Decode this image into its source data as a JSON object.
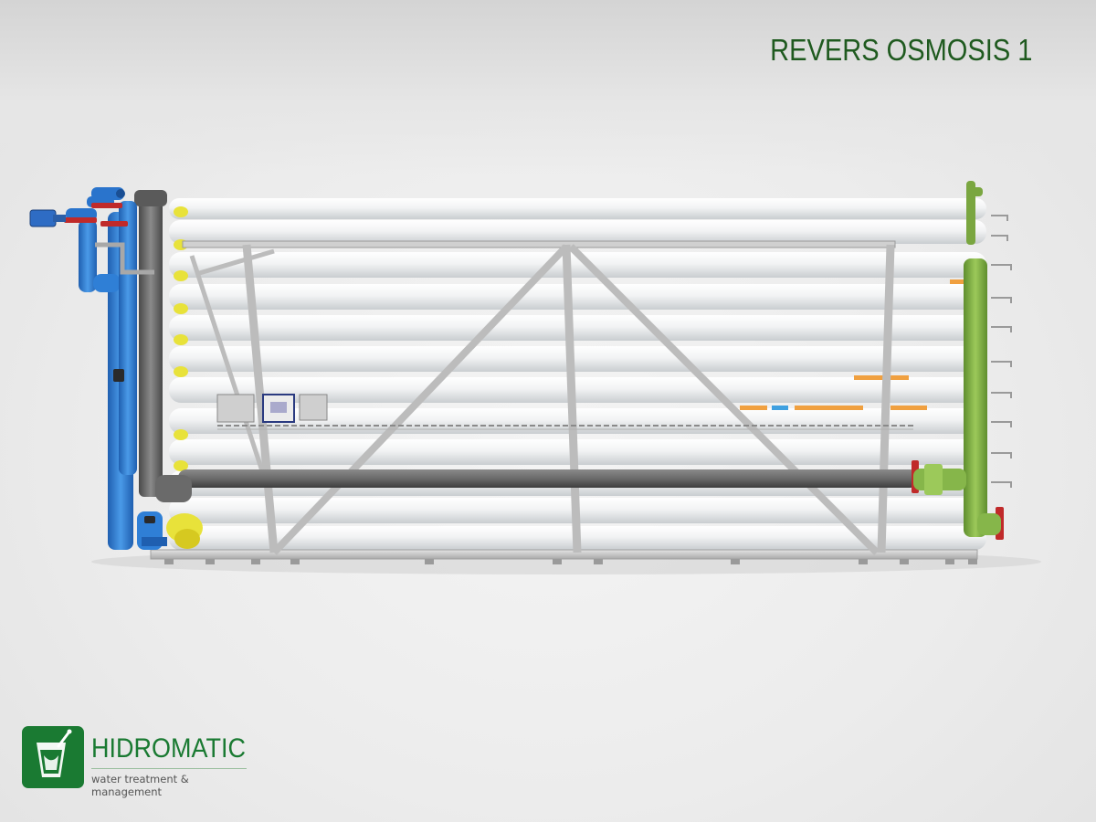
{
  "page": {
    "title": "REVERS OSMOSIS 1"
  },
  "brand": {
    "name": "HIDROMATIC",
    "tagline": "water treatment & management"
  },
  "colors": {
    "title": "#1f5a1f",
    "brand_green": "#1a7a32",
    "feed_pipe": "#2f7fd6",
    "concentrate_pipe": "#6f6f6f",
    "permeate_pipe": "#86b64a",
    "frame": "#c8c8c8",
    "vessels": "#eef0f1"
  }
}
